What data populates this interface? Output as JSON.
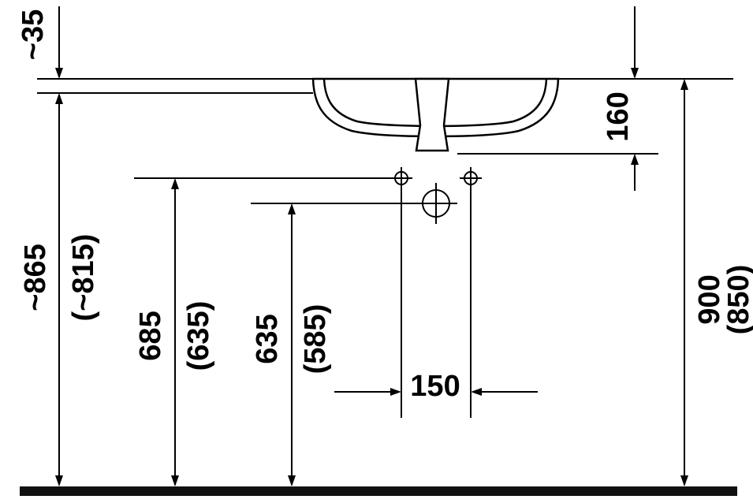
{
  "drawing": {
    "colors": {
      "line": "#000000",
      "background": "#ffffff",
      "floor": "#111111"
    },
    "dimensions": {
      "counter_thickness": {
        "label": "~35"
      },
      "rim_to_basin_bottom": {
        "label": "160"
      },
      "floor_to_rim": {
        "label": "~865",
        "alt": "(~815)"
      },
      "floor_to_fixing_holes": {
        "label": "685",
        "alt": "(635)"
      },
      "floor_to_drain_center": {
        "label": "635",
        "alt": "(585)"
      },
      "fixing_hole_spacing": {
        "label": "150"
      },
      "floor_to_counter_top": {
        "label": "900",
        "alt": "(850)"
      }
    }
  }
}
